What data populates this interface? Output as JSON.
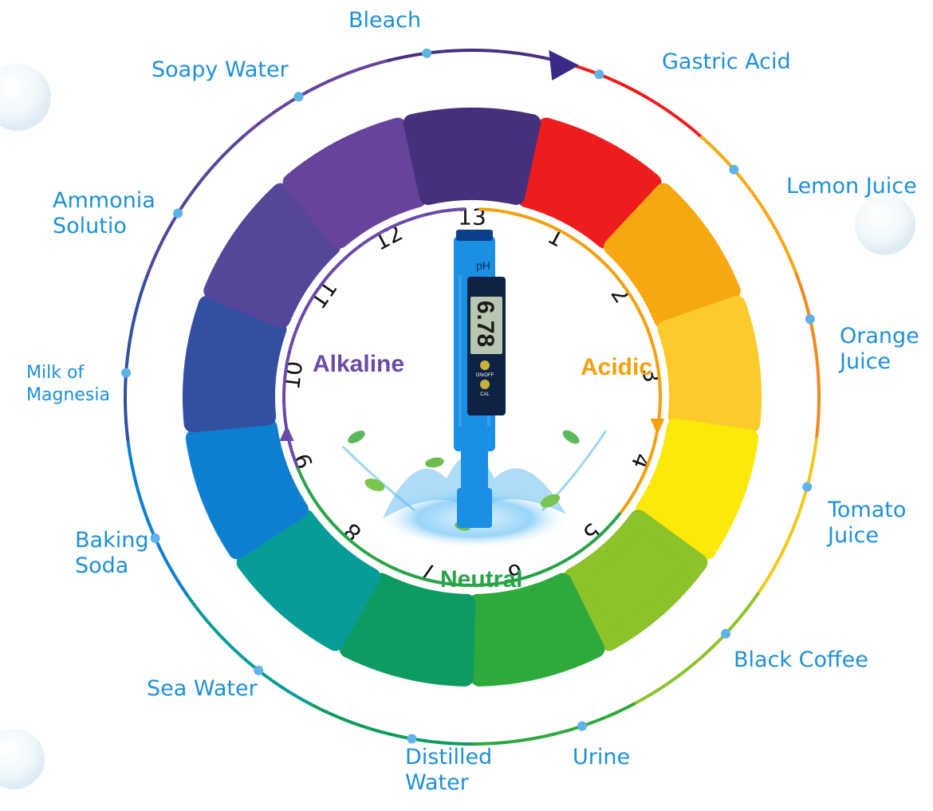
{
  "colors": {
    "alkaline": "#6a4aa8",
    "acidic": "#f2a10d",
    "neutral": "#2aa34a",
    "label": "#1e90d6",
    "meter_body": "#1a8fe3",
    "meter_dark": "#0b3f8a"
  },
  "categories": {
    "alkaline": "Alkaline",
    "acidic": "Acidic",
    "neutral": "Neutral"
  },
  "ph_scale": [
    {
      "num": "1",
      "color": "#ee1c1c"
    },
    {
      "num": "2",
      "color": "#f6a811"
    },
    {
      "num": "3",
      "color": "#fcca2b"
    },
    {
      "num": "4",
      "color": "#fbe90a"
    },
    {
      "num": "5",
      "color": "#8cc22a"
    },
    {
      "num": "6",
      "color": "#2ea93c"
    },
    {
      "num": "7",
      "color": "#0d9b62"
    },
    {
      "num": "8",
      "color": "#079c98"
    },
    {
      "num": "9",
      "color": "#0e7fd0"
    },
    {
      "num": "10",
      "color": "#334f9f"
    },
    {
      "num": "11",
      "color": "#55469a"
    },
    {
      "num": "12",
      "color": "#67449c"
    },
    {
      "num": "13",
      "color": "#45307e"
    }
  ],
  "substances": [
    {
      "name": "Bleach"
    },
    {
      "name": "Gastric Acid"
    },
    {
      "name": "Lemon Juice"
    },
    {
      "name": "Orange\nJuice"
    },
    {
      "name": "Tomato\nJuice"
    },
    {
      "name": "Black Coffee"
    },
    {
      "name": "Urine"
    },
    {
      "name": "Distilled\nWater"
    },
    {
      "name": "Sea Water"
    },
    {
      "name": "Baking\nSoda"
    },
    {
      "name": "Milk of\nMagnesia"
    },
    {
      "name": "Ammonia\nSolutio"
    },
    {
      "name": "Soapy Water"
    }
  ],
  "meter": {
    "brand": "pH",
    "reading": "6.78",
    "button_1": "ON/OFF",
    "button_2": "CAL"
  }
}
